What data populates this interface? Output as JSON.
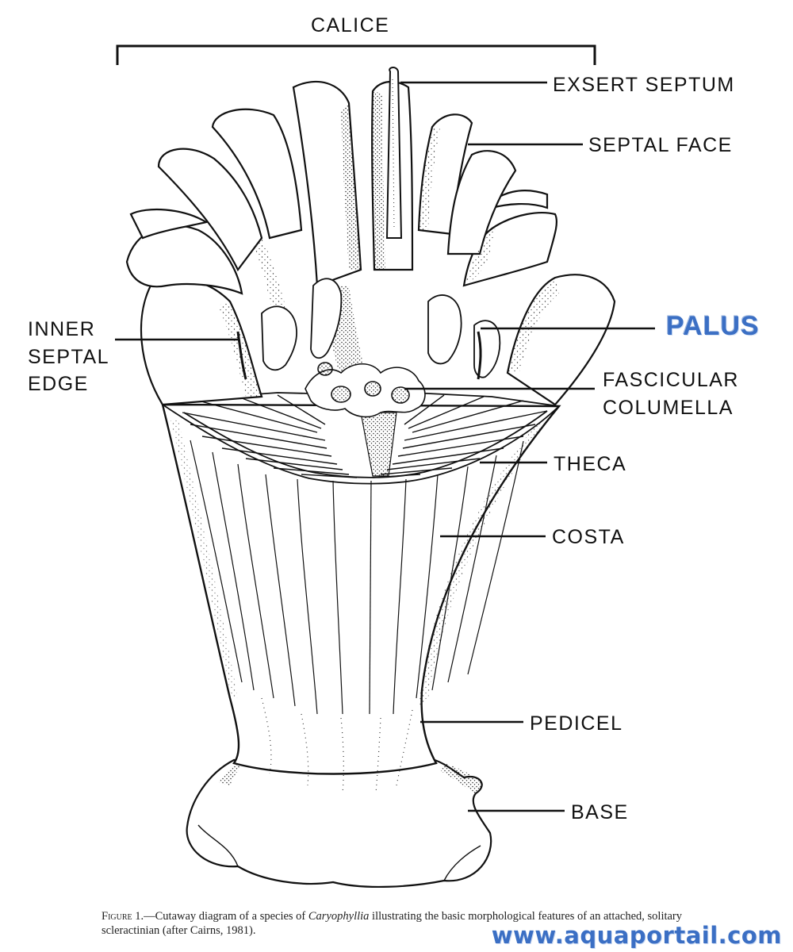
{
  "figure": {
    "labels": {
      "calice": "CALICE",
      "exsert_septum": "EXSERT SEPTUM",
      "septal_face": "SEPTAL FACE",
      "inner_septal_edge": "INNER\nSEPTAL\nEDGE",
      "palus": "PALUS",
      "fascicular_columella": "FASCICULAR\nCOLUMELLA",
      "theca": "THECA",
      "costa": "COSTA",
      "pedicel": "PEDICEL",
      "base": "BASE"
    },
    "caption": {
      "figure_number": "Figure 1.",
      "text_before_italic": "—Cutaway diagram of a species of ",
      "italic": "Caryophyllia",
      "text_after_italic": " illustrating the basic morphological features of an attached, solitary scleractinian (after Cairns, 1981)."
    },
    "watermark": "www.aquaportail.com",
    "colors": {
      "line": "#111111",
      "accent": "#3b6fc4",
      "background": "#ffffff"
    }
  }
}
